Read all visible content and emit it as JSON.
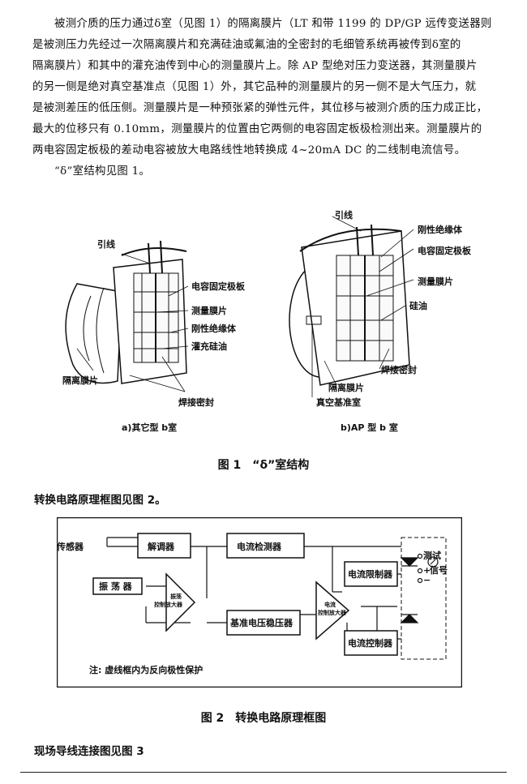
{
  "body_text": {
    "lines": [
      "被测介质的压力通过δ室（见图 1）的隔离膜片（LT 和带 1199 的 DP/GP 远传变送器则",
      "是被测压力先经过一次隔离膜片和充满硅油或氟油的全密封的毛细管系统再被传到δ室的",
      "隔离膜片）和其中的灌充油传到中心的测量膜片上。除 AP 型绝对压力变送器，其测量膜片",
      "的另一侧是绝对真空基准点（见图 1）外，其它品种的测量膜片的另一侧不是大气压力，就",
      "是被测差压的低压侧。测量膜片是一种预张紧的弹性元件，其位移与被测介质的压力成正比，",
      "最大的位移只有 0.10mm，测量膜片的位置由它两侧的电容固定板极检测出来。测量膜片的",
      "两电容固定板极的差动电容被放大电路线性地转换成 4~20mA DC 的二线制电流信号。",
      "“δ”室结构见图 1。"
    ]
  },
  "figure1": {
    "left": {
      "labels": {
        "lead": "引线",
        "cap_plate": "电容固定极板",
        "meas_diaphragm": "测量膜片",
        "rigid_insulator": "刚性绝缘体",
        "fill_oil": "灌充硅油",
        "isolation_diaphragm": "隔离膜片",
        "weld_seal": "焊接密封"
      },
      "caption": "a)其它型 b室"
    },
    "right": {
      "labels": {
        "lead": "引线",
        "rigid_insulator": "刚性绝缘体",
        "cap_plate": "电容固定极板",
        "meas_diaphragm": "测量膜片",
        "silicone_oil": "硅油",
        "weld_seal": "焊接密封",
        "isolation_diaphragm": "隔离膜片",
        "vacuum_ref": "真空基准室"
      },
      "caption": "b)AP 型 b 室"
    },
    "caption": "图 1　“δ”室结构"
  },
  "figure2": {
    "intro": "转换电路原理框图见图 2。",
    "blocks": {
      "sensor": "传感器",
      "demodulator": "解调器",
      "current_detector": "电流检测器",
      "oscillator": "振 荡 器",
      "osc_amp_line1": "振荡",
      "osc_amp_line2": "控制放大器",
      "reference_regulator": "基准电压稳压器",
      "current_limiter": "电流限制器",
      "cur_amp_line1": "电流",
      "cur_amp_line2": "控制放大器",
      "current_controller": "电流控制器",
      "test": "测试",
      "plus": "+",
      "signal": "信号",
      "minus": "−",
      "note": "注: 虚线框内为反向极性保护"
    },
    "caption": "图 2　转换电路原理框图"
  },
  "figure3_intro": "现场导线连接图见图 3"
}
